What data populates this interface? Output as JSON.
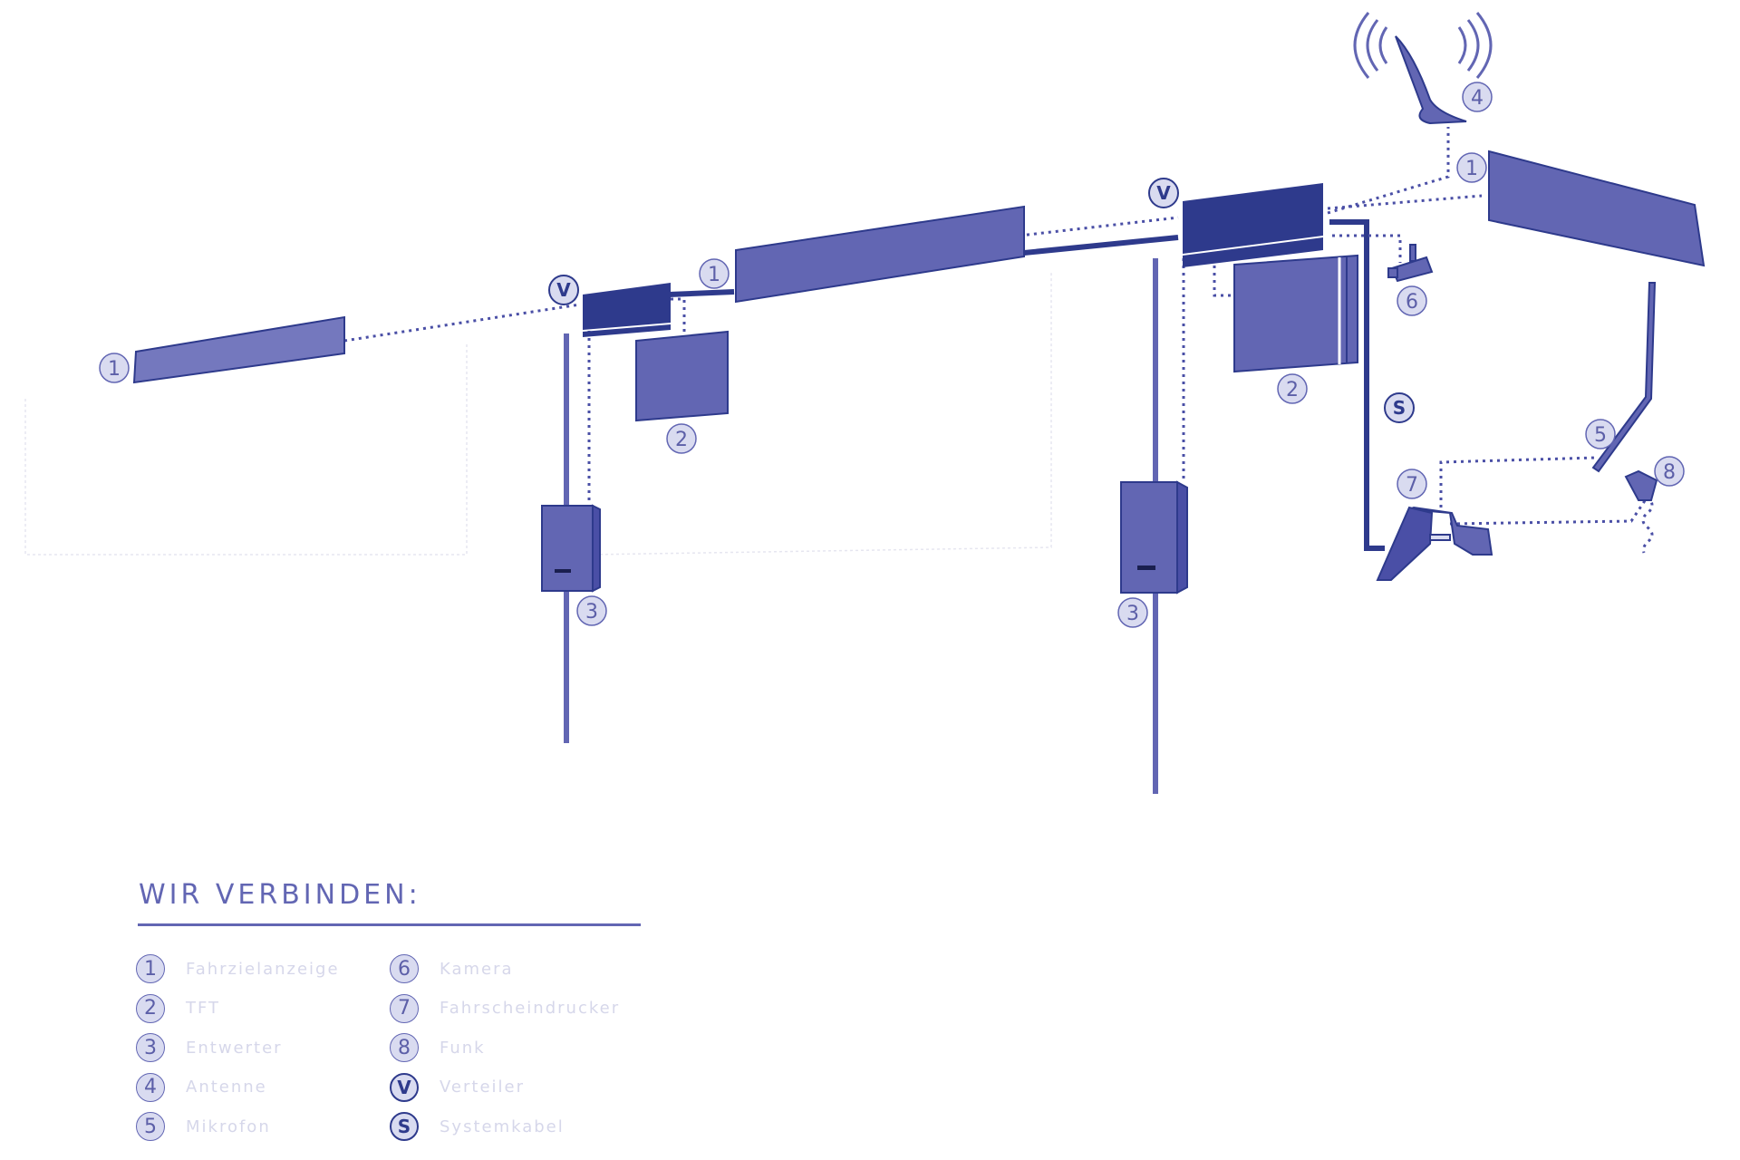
{
  "diagram": {
    "badges": [
      {
        "id": "b1a",
        "text": "1"
      },
      {
        "id": "b1b",
        "text": "1"
      },
      {
        "id": "b1c",
        "text": "1"
      },
      {
        "id": "b2a",
        "text": "2"
      },
      {
        "id": "b2b",
        "text": "2"
      },
      {
        "id": "b3a",
        "text": "3"
      },
      {
        "id": "b3b",
        "text": "3"
      },
      {
        "id": "b4",
        "text": "4"
      },
      {
        "id": "b5",
        "text": "5"
      },
      {
        "id": "b6",
        "text": "6"
      },
      {
        "id": "b7",
        "text": "7"
      },
      {
        "id": "b8",
        "text": "8"
      },
      {
        "id": "va",
        "text": "V"
      },
      {
        "id": "vb",
        "text": "V"
      },
      {
        "id": "s",
        "text": "S"
      }
    ],
    "colors": {
      "device_fill": "#6266b3",
      "device_dark": "#2e3a8c",
      "badge_fill": "#d9dbf0",
      "line": "#4a4fa6"
    }
  },
  "legend": {
    "title": "WIR VERBINDEN:",
    "left_items": [
      {
        "badge": "1",
        "label": "Fahrzielanzeige"
      },
      {
        "badge": "2",
        "label": "TFT"
      },
      {
        "badge": "3",
        "label": "Entwerter"
      },
      {
        "badge": "4",
        "label": "Antenne"
      },
      {
        "badge": "5",
        "label": "Mikrofon"
      }
    ],
    "right_items": [
      {
        "badge": "6",
        "label": "Kamera"
      },
      {
        "badge": "7",
        "label": "Fahrscheindrucker"
      },
      {
        "badge": "8",
        "label": "Funk"
      },
      {
        "badge": "V",
        "label": "Verteiler"
      },
      {
        "badge": "S",
        "label": "Systemkabel"
      }
    ]
  }
}
